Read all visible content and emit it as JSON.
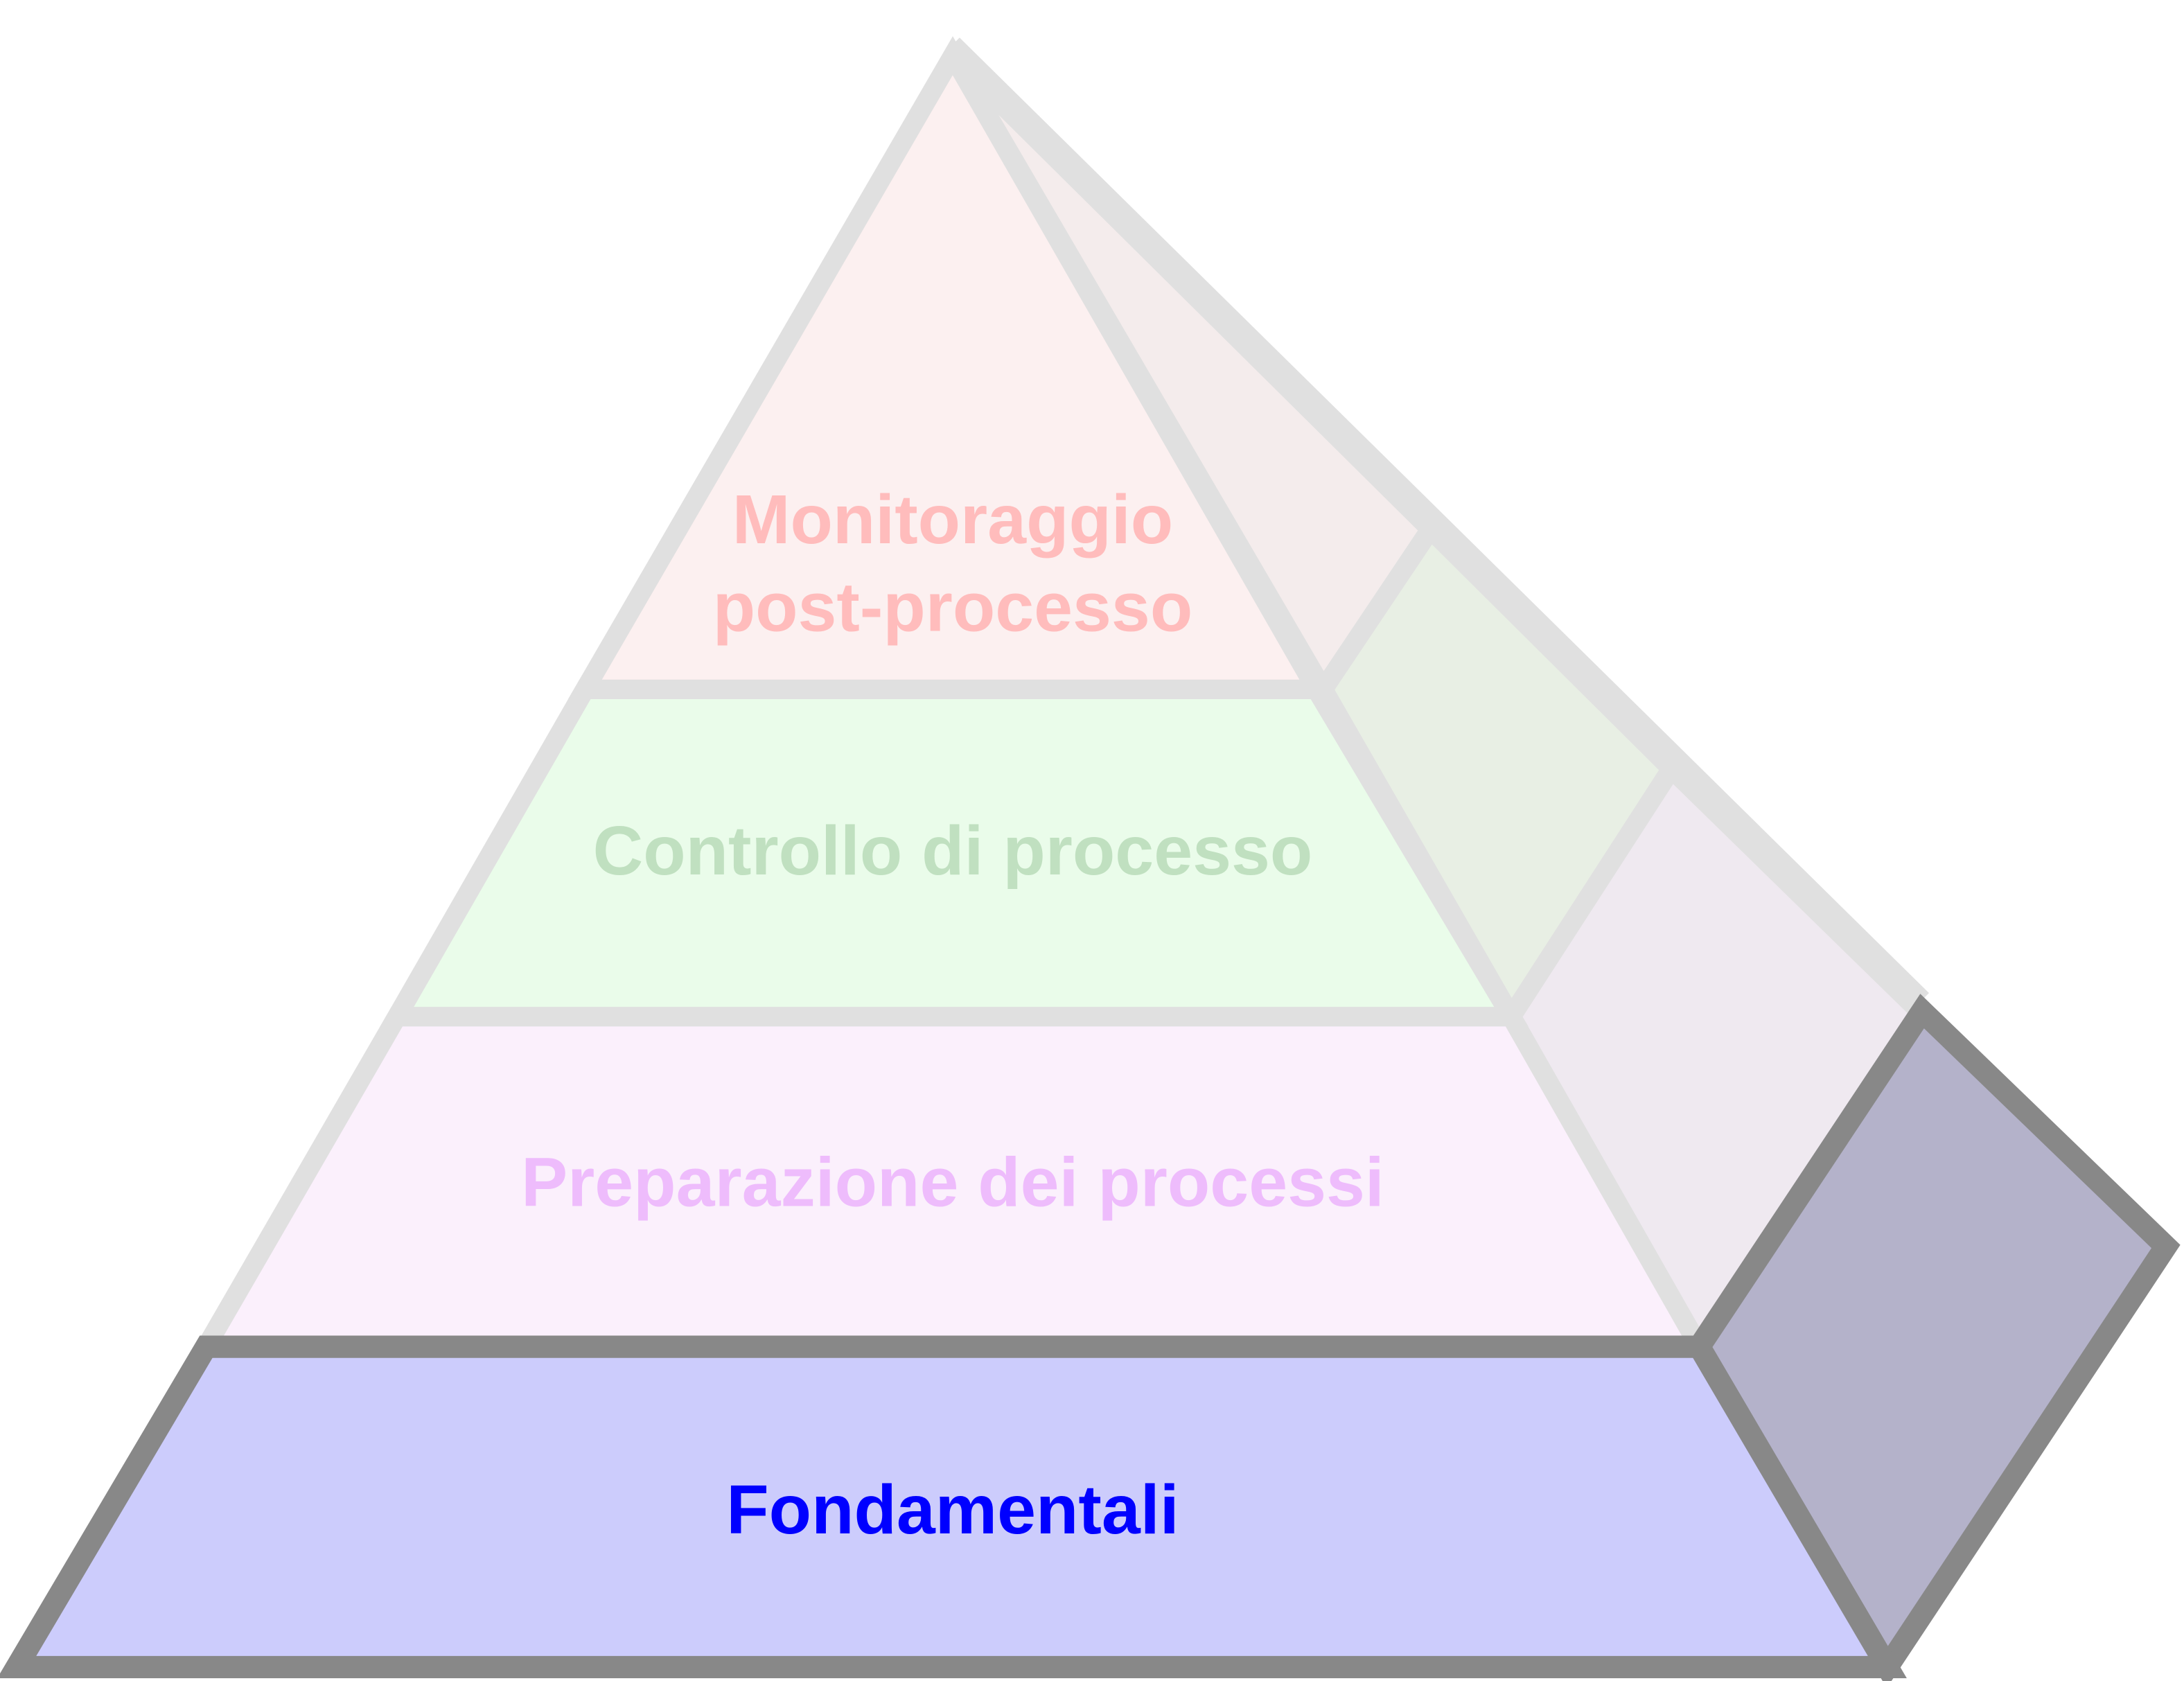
{
  "levels": [
    {
      "lines": [
        "Monitoraggio",
        "post-processo"
      ],
      "text_color": "#ffbcbc",
      "front_fill": "#fcf0f0",
      "side_fill": "#f4ecec",
      "highlighted": false
    },
    {
      "lines": [
        "Controllo di processo"
      ],
      "text_color": "#c0e0c0",
      "front_fill": "#eafcea",
      "side_fill": "#e8efe4",
      "highlighted": false
    },
    {
      "lines": [
        "Preparazione dei processi"
      ],
      "text_color": "#eebcfc",
      "front_fill": "#fbf0fc",
      "side_fill": "#efe9f0",
      "highlighted": false
    },
    {
      "lines": [
        "Fondamentali"
      ],
      "text_color": "#0000ff",
      "front_fill": "#ccccfc",
      "side_fill": "#b4b2ca",
      "highlighted": true
    }
  ],
  "colors": {
    "faded_stroke": "#e0e0e0",
    "active_stroke": "#888888"
  }
}
